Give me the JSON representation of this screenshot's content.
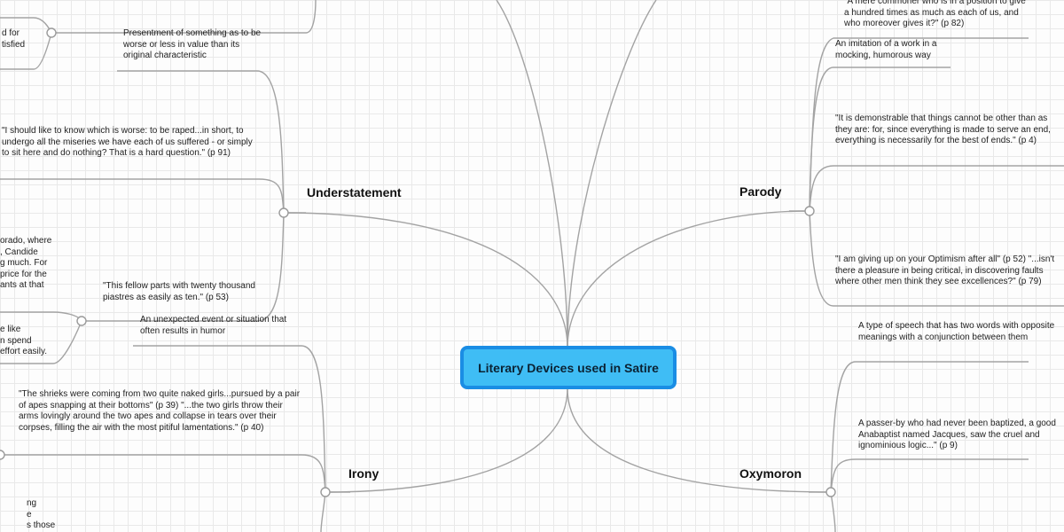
{
  "central": {
    "title": "Literary Devices used in Satire"
  },
  "branches": {
    "understatement": {
      "label": "Understatement",
      "definition": "Presentment of something as to be worse or less in value than its original characteristic",
      "quote1": "\"I should like to know which is worse: to be raped...in short, to undergo all the miseries we have each of us suffered - or simply to sit here and do nothing? That is a hard question.\" (p 91)",
      "quote2": "\"This fellow parts with twenty thousand piastres as easily as ten.\" (p 53)",
      "partial_top": [
        "d for",
        "tisfied"
      ],
      "partial_mid": [
        "orado, where",
        ", Candide",
        "g much. For",
        "price for the",
        "ants at that"
      ],
      "partial_low": [
        "e like",
        "n spend",
        " effort easily."
      ]
    },
    "irony": {
      "label": "Irony",
      "definition": "An unexpected event or situation that often results in humor",
      "quote1": "\"The shrieks were coming from two quite naked girls...pursued by a pair of apes snapping at their bottoms\" (p 39) \"...the two girls throw their arms lovingly around the two apes and collapse in tears over their corpses, filling the air with the most pitiful lamentations.\" (p 40)",
      "partial_bottom": [
        "ng",
        "e",
        "s those"
      ]
    },
    "parody": {
      "label": "Parody",
      "top_quote": "\"A mere commoner who is in a position to give a hundred times as much as each of us, and who moreover gives it?\" (p 82)",
      "definition": "An imitation of a work in a mocking, humorous way",
      "quote1": "\"It is demonstrable that things cannot be other than as they are: for, since everything is made to serve an end, everything is necessarily for the best of ends.\" (p 4)",
      "quote2": "\"I am giving up on your Optimism after all\" (p 52) \"...isn't there a pleasure in being critical, in discovering faults where other men think they see excellences?\" (p 79)"
    },
    "oxymoron": {
      "label": "Oxymoron",
      "definition": "A type of speech that has two words with opposite meanings with a conjunction between them",
      "quote1": "A passer-by who had never been baptized, a good Anabaptist named Jacques, saw the cruel and ignominious logic...\" (p 9)"
    }
  }
}
